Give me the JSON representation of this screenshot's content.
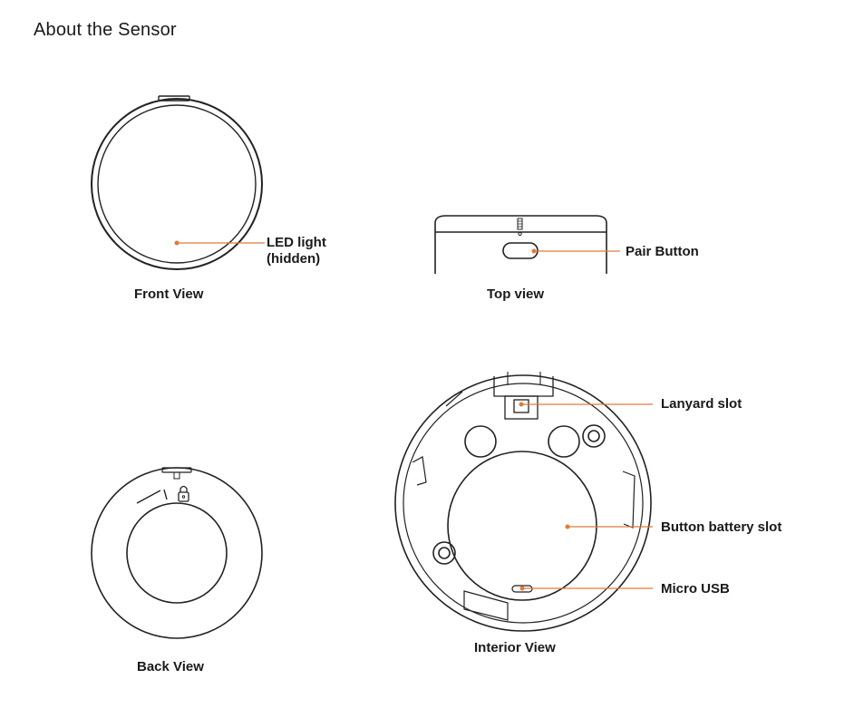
{
  "page": {
    "title": "About the Sensor"
  },
  "colors": {
    "accent": "#e07a3c",
    "stroke": "#222222",
    "stroke_light": "#555555"
  },
  "views": {
    "front": {
      "caption": "Front View",
      "callouts": [
        "LED light",
        "(hidden)"
      ]
    },
    "top": {
      "caption": "Top view",
      "callout": "Pair Button"
    },
    "back": {
      "caption": "Back View"
    },
    "interior": {
      "caption": "Interior View",
      "callouts": {
        "lanyard": "Lanyard slot",
        "battery": "Button battery slot",
        "usb": "Micro USB"
      }
    }
  }
}
